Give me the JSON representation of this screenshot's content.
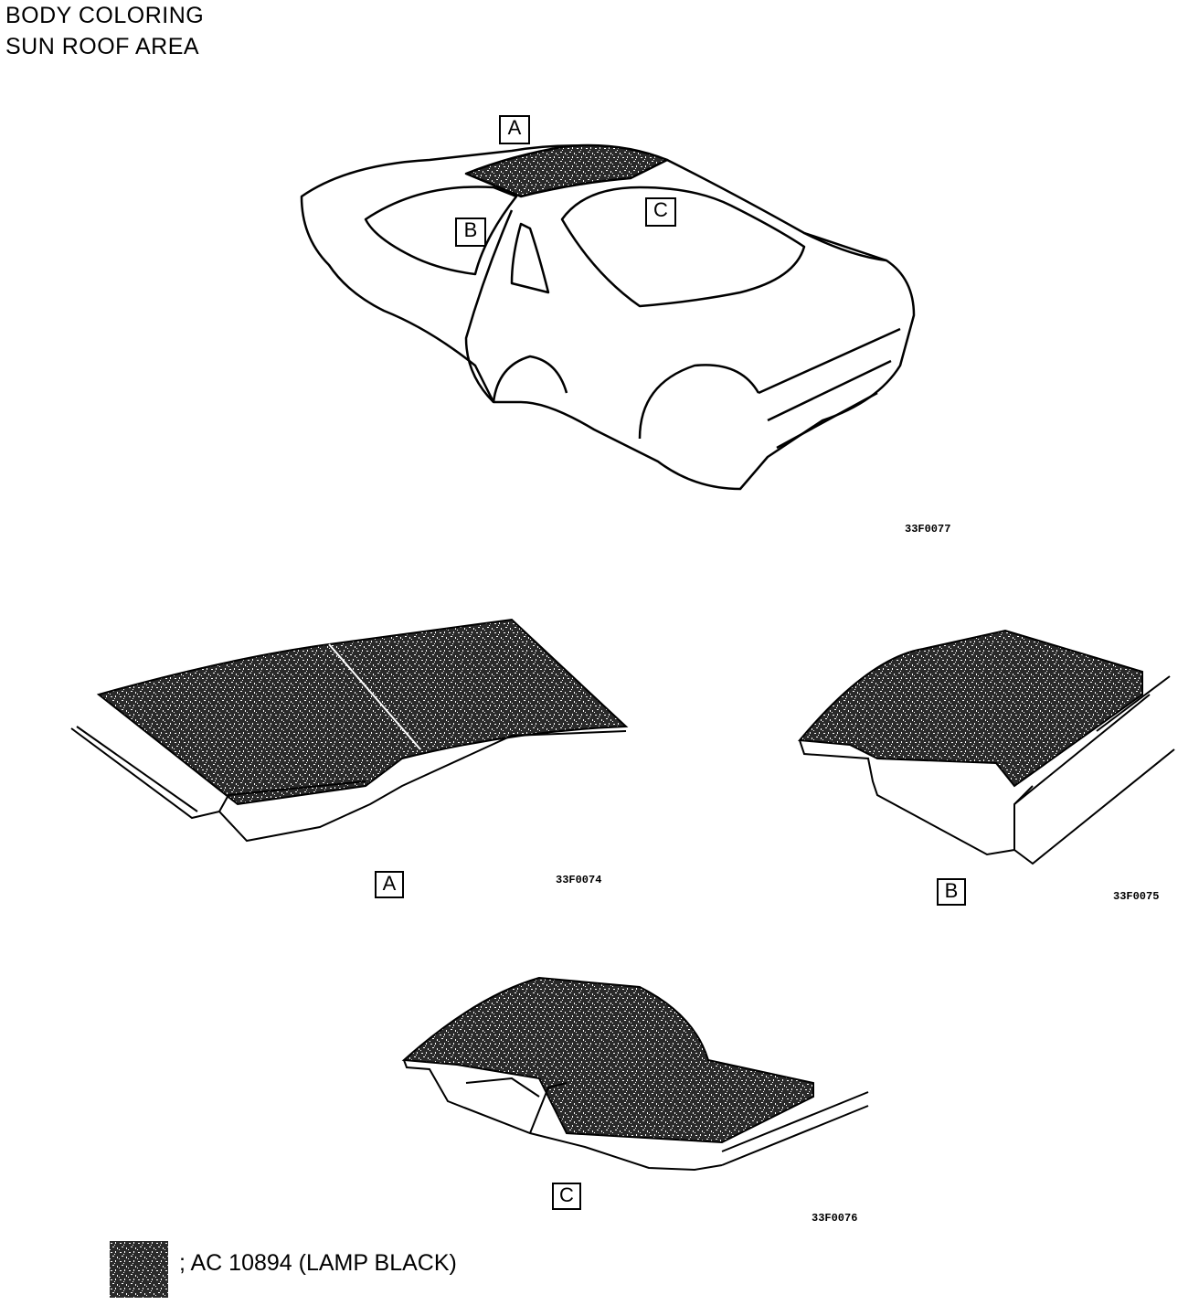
{
  "title": {
    "line1": "BODY COLORING",
    "line2": "SUN ROOF AREA"
  },
  "callouts": {
    "a": "A",
    "b": "B",
    "c": "C"
  },
  "figure_codes": {
    "overview": "33F0077",
    "detail_a": "33F0074",
    "detail_b": "33F0075",
    "detail_c": "33F0076"
  },
  "legend": {
    "text": "; AC 10894 (LAMP BLACK)",
    "swatch_color": "#1a1a1a"
  }
}
